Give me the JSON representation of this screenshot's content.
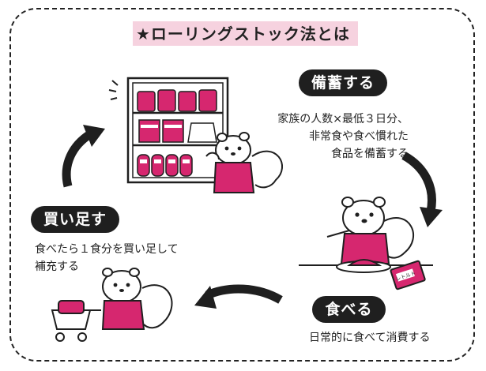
{
  "title": "★ローリングストック法とは",
  "steps": {
    "stock": {
      "label": "備蓄する",
      "desc_lines": [
        "家族の人数×最低３日分、",
        "非常食や食べ慣れた",
        "食品を備蓄する"
      ]
    },
    "eat": {
      "label": "食べる",
      "desc_lines": [
        "日常的に食べて消費する"
      ]
    },
    "buy": {
      "label": "買い足す",
      "desc_lines": [
        "食べたら１食分を買い足して",
        "補充する"
      ]
    }
  },
  "package_text": "レトルト",
  "colors": {
    "accent": "#d6276f",
    "accent_soft": "#f6d2df",
    "ink": "#1f1f1f",
    "background": "#ffffff"
  },
  "icons": [
    "shelf-icon",
    "squirrel-icon",
    "cart-icon",
    "cycle-arrow-icon"
  ]
}
